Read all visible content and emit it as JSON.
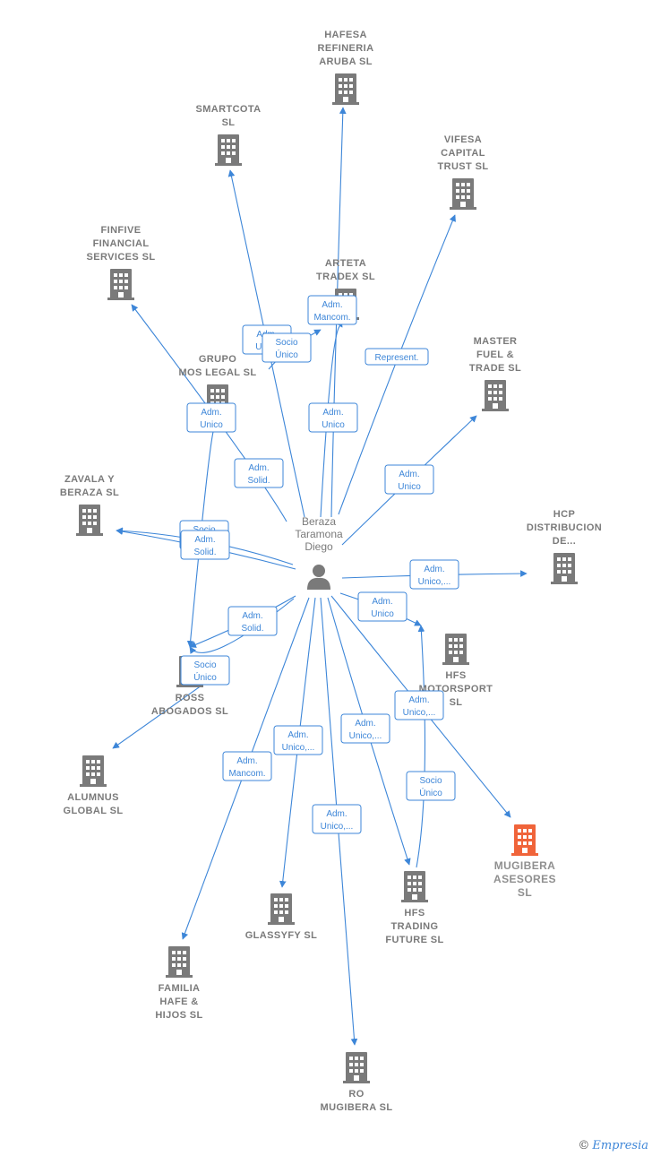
{
  "center": {
    "lines": [
      "Beraza",
      "Taramona",
      "Diego"
    ]
  },
  "nodes": [
    {
      "id": "hafesa",
      "lines": [
        "HAFESA",
        "REFINERIA",
        "ARUBA  SL"
      ],
      "icon": "building-icon"
    },
    {
      "id": "smartcota",
      "lines": [
        "SMARTCOTA",
        "SL"
      ],
      "icon": "building-icon"
    },
    {
      "id": "vifesa",
      "lines": [
        "VIFESA",
        "CAPITAL",
        "TRUST  SL"
      ],
      "icon": "building-icon"
    },
    {
      "id": "finfive",
      "lines": [
        "FINFIVE",
        "FINANCIAL",
        "SERVICES  SL"
      ],
      "icon": "building-icon"
    },
    {
      "id": "arteta",
      "lines": [
        "ARTETA",
        "TRADEX  SL"
      ],
      "icon": "building-icon"
    },
    {
      "id": "master",
      "lines": [
        "MASTER",
        "FUEL &",
        "TRADE  SL"
      ],
      "icon": "building-icon"
    },
    {
      "id": "grupo",
      "lines": [
        "GRUPO",
        "MOS LEGAL  SL"
      ],
      "icon": "building-icon"
    },
    {
      "id": "zavala",
      "lines": [
        "ZAVALA Y",
        "BERAZA SL"
      ],
      "icon": "building-icon"
    },
    {
      "id": "hcp",
      "lines": [
        "HCP",
        "DISTRIBUCION",
        "DE..."
      ],
      "icon": "building-icon"
    },
    {
      "id": "hfsmotor",
      "lines": [
        "HFS",
        "MOTORSPORT",
        "SL"
      ],
      "icon": "building-icon"
    },
    {
      "id": "ross",
      "lines": [
        "ROSS",
        "ABOGADOS SL"
      ],
      "icon": "building-icon"
    },
    {
      "id": "alumnus",
      "lines": [
        "ALUMNUS",
        "GLOBAL  SL"
      ],
      "icon": "building-icon"
    },
    {
      "id": "mugibera",
      "lines": [
        "MUGIBERA",
        "ASESORES",
        "SL"
      ],
      "icon": "building-icon",
      "highlight": true
    },
    {
      "id": "hfstrading",
      "lines": [
        "HFS",
        "TRADING",
        "FUTURE  SL"
      ],
      "icon": "building-icon"
    },
    {
      "id": "glassyfy",
      "lines": [
        "GLASSYFY  SL"
      ],
      "icon": "building-icon"
    },
    {
      "id": "familia",
      "lines": [
        "FAMILIA",
        "HAFE &",
        "HIJOS  SL"
      ],
      "icon": "building-icon"
    },
    {
      "id": "ro",
      "lines": [
        "RO",
        "MUGIBERA  SL"
      ],
      "icon": "building-icon"
    }
  ],
  "edges": [
    {
      "to": "hafesa",
      "lines": [
        "Adm.",
        "Unico"
      ]
    },
    {
      "to": "smartcota",
      "lines": [
        "Adm.",
        "Unico"
      ]
    },
    {
      "to": "vifesa",
      "lines": [
        "Represent."
      ]
    },
    {
      "to": "finfive",
      "lines": [
        "Adm.",
        "Solid."
      ]
    },
    {
      "to": "arteta",
      "lines": [
        "Adm.",
        "Mancom."
      ]
    },
    {
      "to": "grupo",
      "lines": [
        "Socio",
        "Único"
      ]
    },
    {
      "to": "master",
      "lines": [
        "Adm.",
        "Unico"
      ]
    },
    {
      "to": "zavala",
      "lines": [
        "Socio",
        "Único"
      ]
    },
    {
      "to": "zavala",
      "lines": [
        "Adm.",
        "Solid."
      ]
    },
    {
      "to": "ross",
      "lines": [
        "Adm.",
        "Unico"
      ]
    },
    {
      "to": "ross",
      "lines": [
        "Adm.",
        "Solid."
      ]
    },
    {
      "to": "ross",
      "lines": [
        "Socio",
        "Único"
      ]
    },
    {
      "to": "hcp",
      "lines": [
        "Adm.",
        "Unico,..."
      ]
    },
    {
      "to": "hfsmotor",
      "lines": [
        "Adm.",
        "Unico"
      ]
    },
    {
      "to": "mugibera",
      "lines": [
        "Adm.",
        "Unico,..."
      ]
    },
    {
      "to": "hfstrading",
      "lines": [
        "Adm.",
        "Unico,..."
      ]
    },
    {
      "to": "hfsmotor",
      "lines": [
        "Socio",
        "Único"
      ]
    },
    {
      "to": "glassyfy",
      "lines": [
        "Adm.",
        "Unico,..."
      ]
    },
    {
      "to": "familia",
      "lines": [
        "Adm.",
        "Mancom."
      ]
    },
    {
      "to": "ro",
      "lines": [
        "Adm.",
        "Unico,..."
      ]
    },
    {
      "to": "alumnus",
      "lines": []
    }
  ],
  "footer": {
    "copyright": "©",
    "brand": "Empresia"
  },
  "colors": {
    "edge": "#3d86d8",
    "node": "#7a7a7a",
    "highlight": "#f0643a"
  }
}
